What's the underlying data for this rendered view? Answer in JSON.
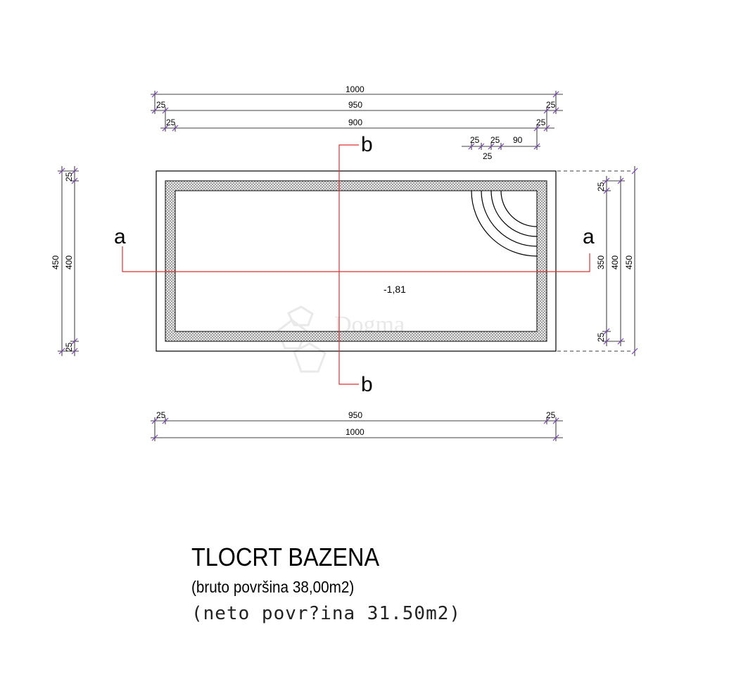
{
  "drawing": {
    "dims_top": {
      "overall": "1000",
      "inner": "950",
      "pool": "900",
      "edge": "25",
      "stairs_a": "25",
      "stairs_b": "25",
      "stairs_c": "90",
      "stairs_d": "25"
    },
    "dims_bottom": {
      "inner": "950",
      "overall": "1000",
      "edge": "25"
    },
    "dims_left": {
      "overall": "450",
      "inner": "400",
      "edge": "25"
    },
    "dims_right": {
      "overall": "450",
      "inner": "400",
      "pool": "350",
      "edge": "25"
    },
    "section_a": "a",
    "section_b": "b",
    "elevation": "-1,81",
    "watermark": "Dogma"
  },
  "title": {
    "main": "TLOCRT BAZENA",
    "gross": "(bruto površina 38,00m2)",
    "net": "(neto povr?ina 31.50m2)"
  },
  "colors": {
    "line": "#000000",
    "section_line": "#e03030",
    "tick": "#7b3fbf",
    "hatch": "#8a8a8a"
  }
}
